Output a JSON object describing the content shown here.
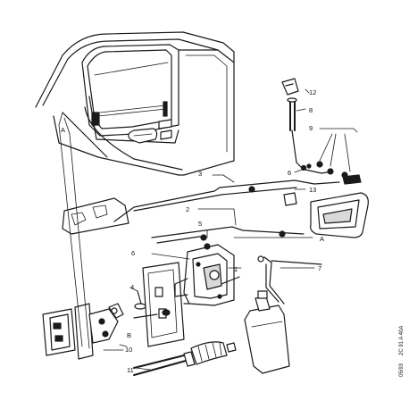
{
  "labels": {
    "p1": "1",
    "p2": "2",
    "p3": "3",
    "p4": "4",
    "p5": "5",
    "p6a": "6",
    "p6b": "6",
    "p7": "7",
    "p8": "8",
    "p9": "9",
    "p10": "10",
    "p11": "11",
    "p12": "12",
    "p13": "13",
    "refA1": "A",
    "refA2": "A",
    "refB": "B"
  },
  "footer": {
    "date": "05/93",
    "code": "2C 91 A 40A"
  }
}
